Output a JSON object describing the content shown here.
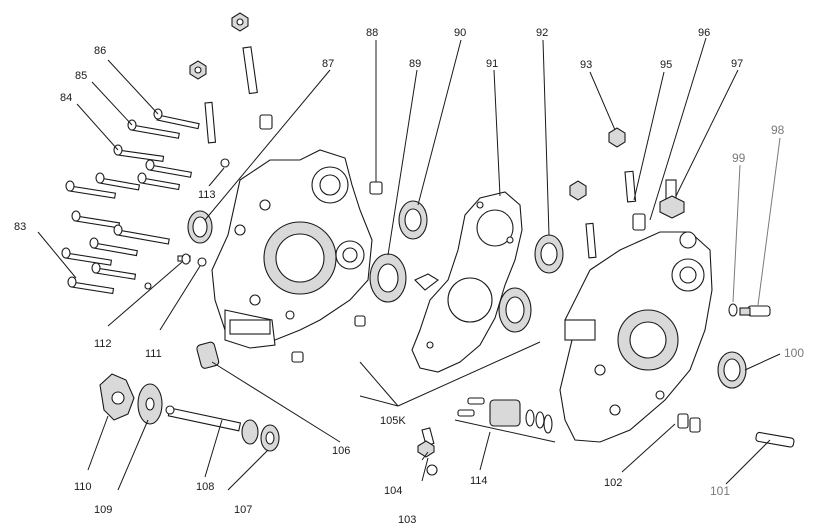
{
  "diagram": {
    "labels": [
      "83",
      "84",
      "85",
      "86",
      "87",
      "88",
      "89",
      "90",
      "91",
      "92",
      "93",
      "95",
      "96",
      "97",
      "98",
      "99",
      "100",
      "101",
      "102",
      "103",
      "104",
      "105K",
      "106",
      "107",
      "108",
      "109",
      "110",
      "111",
      "112",
      "113",
      "114"
    ]
  }
}
